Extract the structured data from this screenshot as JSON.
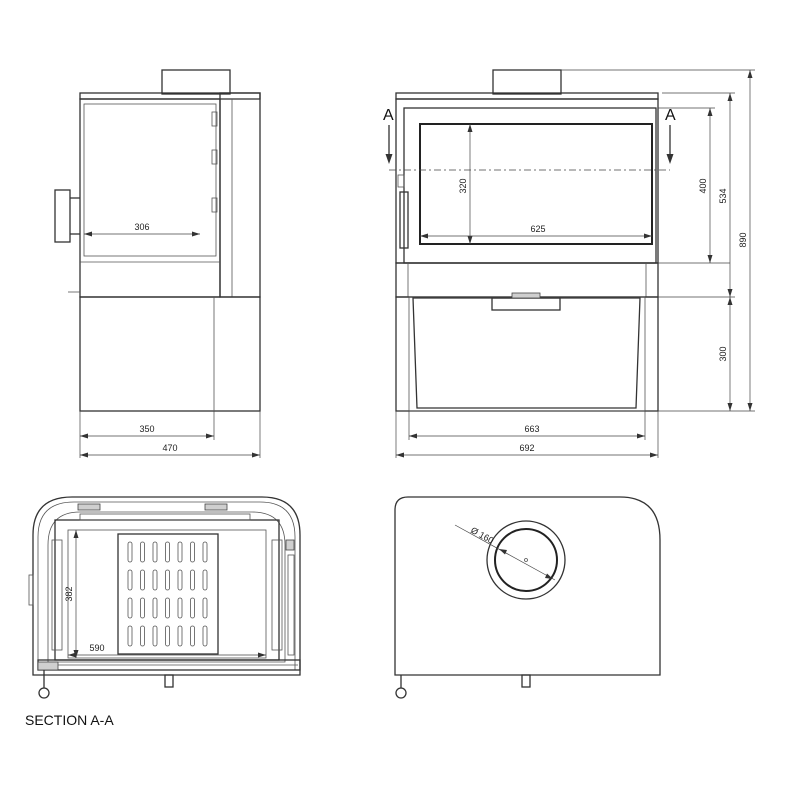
{
  "section_marker": "A",
  "section_caption": "SECTION A-A",
  "side_view": {
    "glass_width": "306",
    "base_depth": "350",
    "overall_depth": "470"
  },
  "front_view": {
    "glass_height": "320",
    "glass_width": "625",
    "body_height": "400",
    "door_height": "534",
    "overall_height": "890",
    "pedestal_height": "300",
    "pedestal_width": "663",
    "overall_width": "692"
  },
  "section_view": {
    "inner_depth": "382",
    "inner_width": "590"
  },
  "top_view": {
    "flue_diameter": "Ø 160"
  }
}
